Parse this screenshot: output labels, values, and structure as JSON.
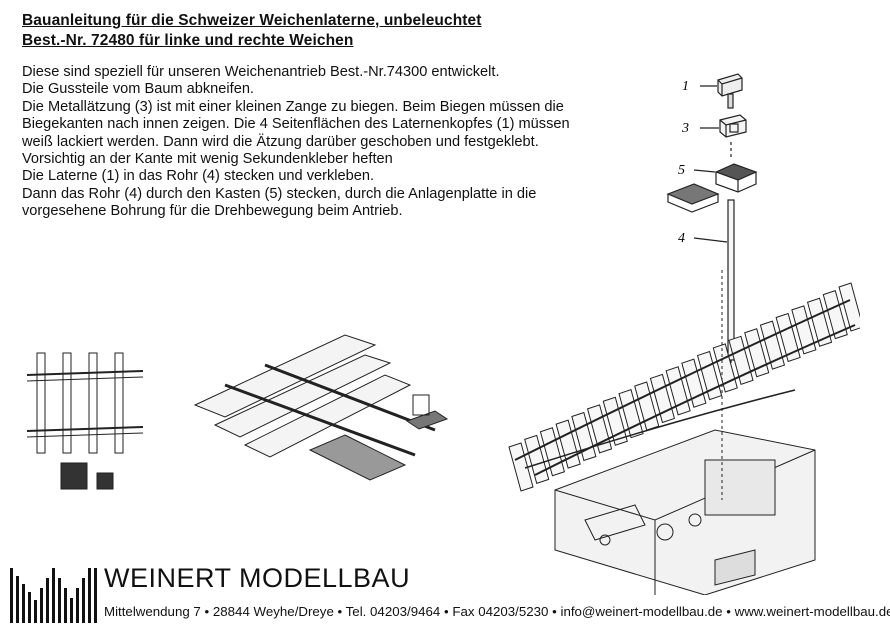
{
  "heading": {
    "line1": "Bauanleitung für die  Schweizer Weichenlaterne, unbeleuchtet",
    "line2": "Best.-Nr. 72480 für linke und rechte Weichen"
  },
  "instructions": [
    "Diese sind speziell für unseren Weichenantrieb Best.-Nr.74300 entwickelt.",
    "Die Gussteile vom Baum abkneifen.",
    "Die Metallätzung (3) ist mit einer kleinen Zange zu biegen. Beim Biegen müssen die",
    "Biegekanten nach innen zeigen. Die 4 Seitenflächen des Laternenkopfes (1) müssen",
    "weiß lackiert werden. Dann wird die Ätzung darüber geschoben und festgeklebt.",
    "Vorsichtig an der Kante mit wenig Sekundenkleber heften",
    "Die Laterne (1) in das Rohr (4) stecken und verkleben.",
    "Dann das Rohr (4) durch den Kasten (5) stecken, durch die Anlagenplatte in die",
    "vorgesehene Bohrung für die Drehbewegung beim Antrieb."
  ],
  "part_labels": {
    "lantern": "1",
    "etching": "3",
    "box": "5",
    "tube": "4"
  },
  "footer": {
    "brand": "WEINERT MODELLBAU",
    "address": "Mittelwendung 7 • 28844 Weyhe/Dreye • Tel. 04203/9464 • Fax 04203/5230 • info@weinert-modellbau.de • www.weinert-modellbau.de"
  }
}
